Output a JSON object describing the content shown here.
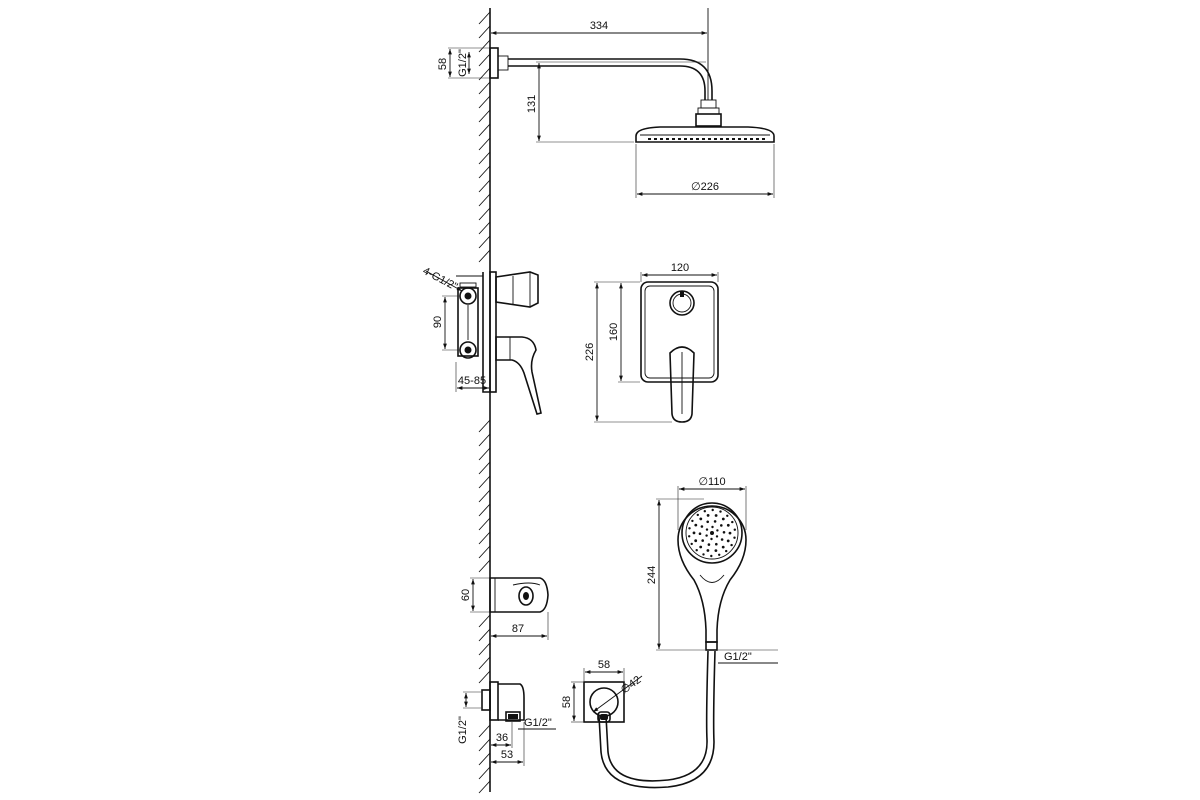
{
  "dimensions": {
    "arm_length": "334",
    "wall_flange_height": "58",
    "wall_thread_top": "G1/2\"",
    "arm_drop": "131",
    "head_diameter": "∅226",
    "mixer_threads": "4-G1/2\"",
    "mixer_height": "90",
    "mixer_depth": "45-85",
    "plate_width": "120",
    "plate_height_inner": "160",
    "plate_height_total": "226",
    "hand_shower_diameter": "∅110",
    "hand_shower_length": "244",
    "hose_thread": "G1/2\"",
    "spout_height": "60",
    "spout_length": "87",
    "elbow_width": "58",
    "elbow_height": "58",
    "elbow_diameter": "∅42",
    "outlet_thread_wall": "G1/2\"",
    "outlet_thread": "G1/2\"",
    "outlet_depth_1": "36",
    "outlet_depth_2": "53"
  }
}
